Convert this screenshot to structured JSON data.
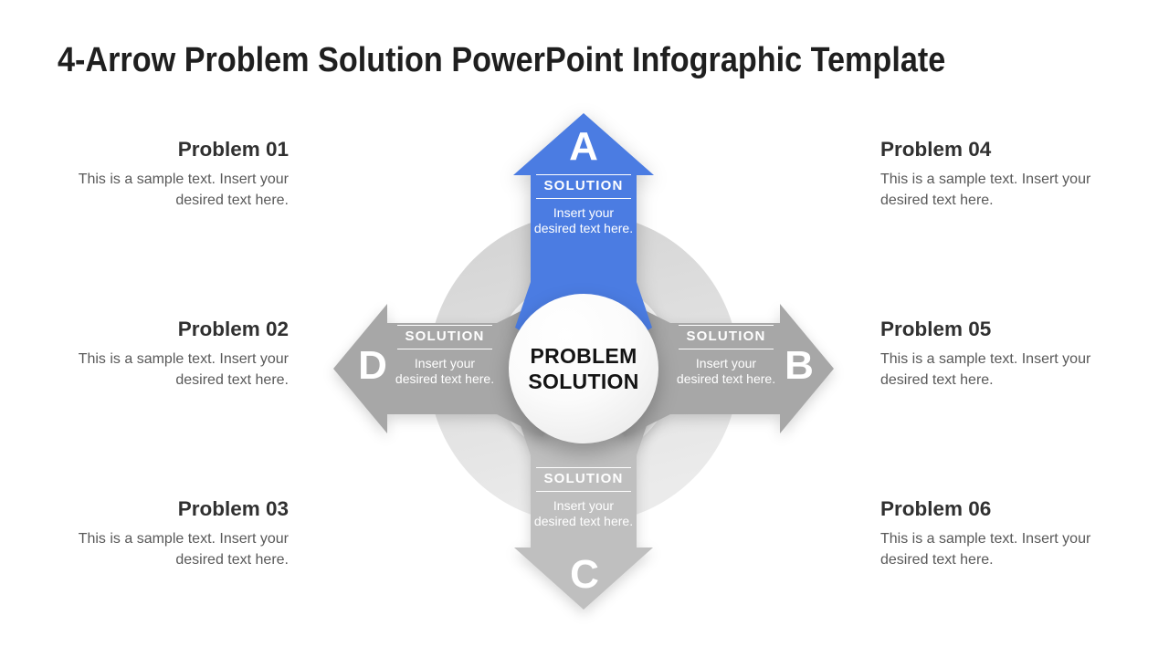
{
  "title": "4-Arrow Problem Solution PowerPoint Infographic Template",
  "center_circle": {
    "line1": "PROBLEM",
    "line2": "SOLUTION"
  },
  "arrows": {
    "a": {
      "letter": "A",
      "label": "SOLUTION",
      "body": "Insert your desired text here.",
      "direction": "up"
    },
    "b": {
      "letter": "B",
      "label": "SOLUTION",
      "body": "Insert your desired text here.",
      "direction": "right"
    },
    "c": {
      "letter": "C",
      "label": "SOLUTION",
      "body": "Insert your desired text here.",
      "direction": "down"
    },
    "d": {
      "letter": "D",
      "label": "SOLUTION",
      "body": "Insert your desired text here.",
      "direction": "left"
    }
  },
  "problems": {
    "left": [
      {
        "title": "Problem 01",
        "body": "This is a sample text. Insert your desired text here."
      },
      {
        "title": "Problem 02",
        "body": "This is a sample text. Insert your desired text here."
      },
      {
        "title": "Problem 03",
        "body": "This is a sample text. Insert your desired text here."
      }
    ],
    "right": [
      {
        "title": "Problem 04",
        "body": "This is a sample text. Insert your desired text here."
      },
      {
        "title": "Problem 05",
        "body": "This is a sample text. Insert your desired text here."
      },
      {
        "title": "Problem 06",
        "body": "This is a sample text. Insert your desired text here."
      }
    ]
  },
  "colors": {
    "arrow_a": "#4b7ce2",
    "arrow_b": "#a7a7a7",
    "arrow_c": "#bfbfbf",
    "arrow_d": "#a7a7a7",
    "ring_dark": "#d2d2d2",
    "ring_light": "#ebebeb"
  }
}
